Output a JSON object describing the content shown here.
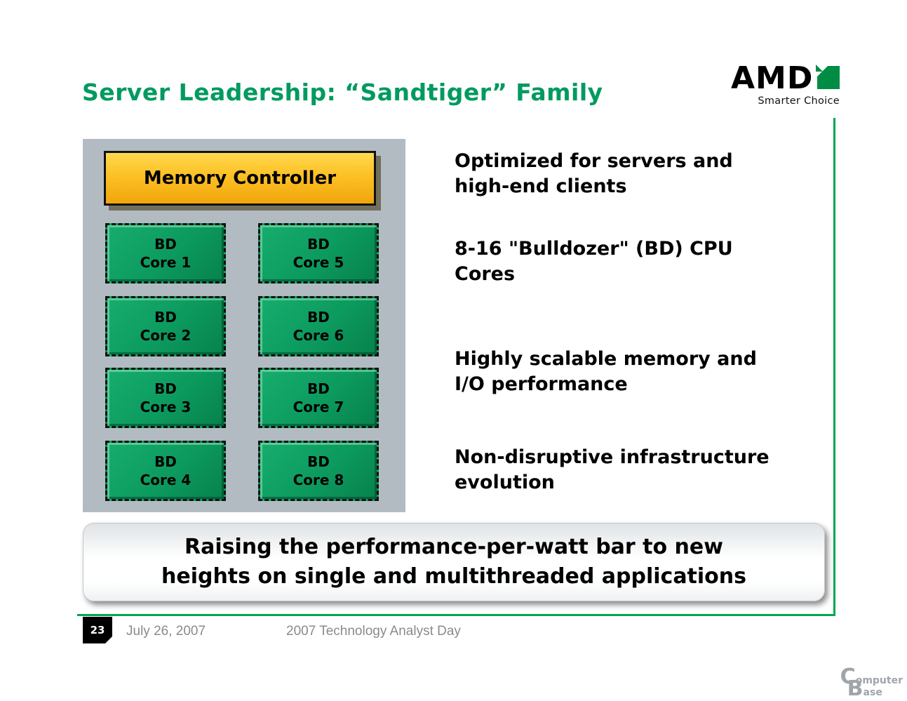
{
  "slide": {
    "title": "Server Leadership: “Sandtiger” Family",
    "logo": {
      "wordmark": "AMD",
      "tagline": "Smarter Choice"
    },
    "diagram": {
      "memory_controller_label": "Memory Controller",
      "cores": [
        {
          "top": "BD",
          "bottom": "Core 1"
        },
        {
          "top": "BD",
          "bottom": "Core 2"
        },
        {
          "top": "BD",
          "bottom": "Core 3"
        },
        {
          "top": "BD",
          "bottom": "Core 4"
        },
        {
          "top": "BD",
          "bottom": "Core 5"
        },
        {
          "top": "BD",
          "bottom": "Core 6"
        },
        {
          "top": "BD",
          "bottom": "Core 7"
        },
        {
          "top": "BD",
          "bottom": "Core 8"
        }
      ]
    },
    "bullets": [
      "Optimized for servers and\nhigh-end clients",
      "8-16 \"Bulldozer\" (BD) CPU\nCores",
      "Highly scalable memory and\nI/O performance",
      "Non-disruptive infrastructure\nevolution"
    ],
    "banner": "Raising the performance-per-watt bar to new\nheights on single and multithreaded applications",
    "footer": {
      "page_number": "23",
      "date": "July 26, 2007",
      "event": "2007 Technology Analyst Day"
    },
    "watermark": {
      "line1": "Computer",
      "line2": "Base"
    },
    "colors": {
      "accent_green": "#009a60",
      "line_green": "#00a651",
      "core_green": "#0c9a5e",
      "controller_gold": "#fcc125",
      "panel_gray": "#b3bbc2"
    }
  }
}
